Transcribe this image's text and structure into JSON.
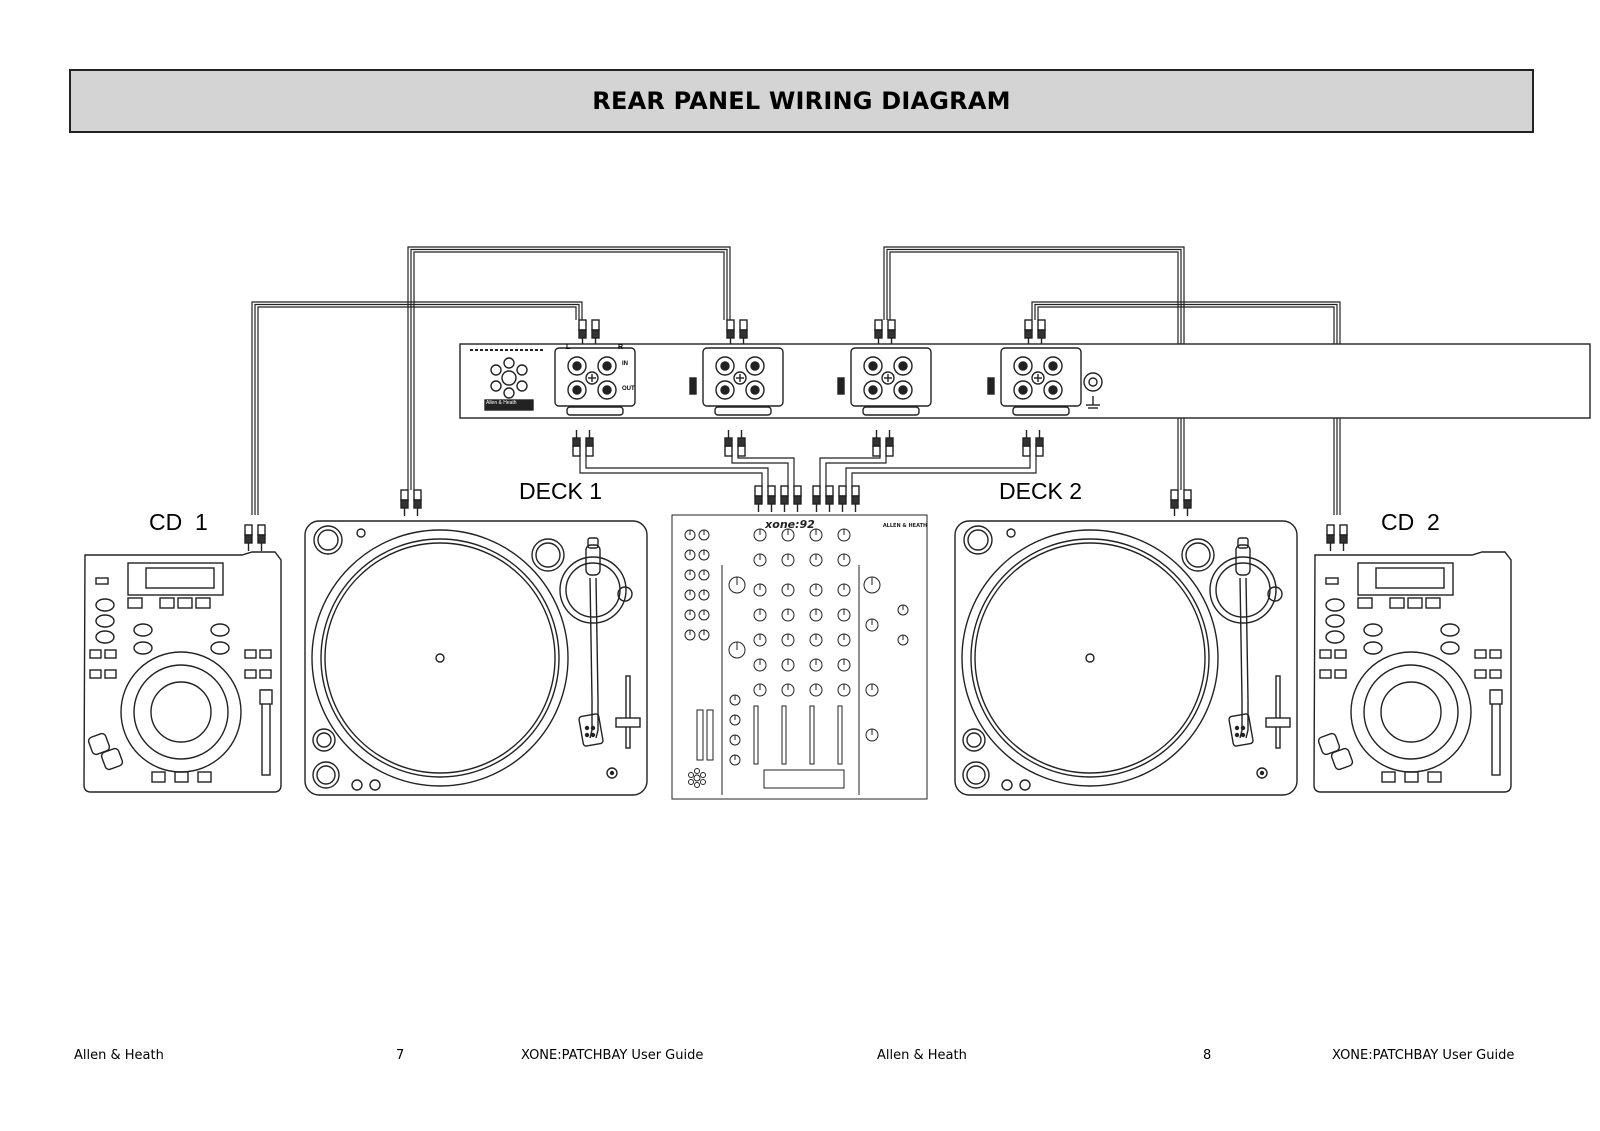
{
  "page": {
    "title": "REAR PANEL WIRING DIAGRAM"
  },
  "labels": {
    "cd1": "CD  1",
    "cd2": "CD  2",
    "deck1": "DECK 1",
    "deck2": "DECK 2"
  },
  "patchbay": {
    "brand": "Allen & Heath",
    "port_l": "L",
    "port_r": "R",
    "port_in": "IN",
    "port_out": "OUT"
  },
  "mixer": {
    "model": "xone:92",
    "brand": "ALLEN & HEATH"
  },
  "footer": {
    "left_brand": "Allen & Heath",
    "left_page": "7",
    "left_guide": "XONE:PATCHBAY User Guide",
    "right_brand": "Allen & Heath",
    "right_page": "8",
    "right_guide": "XONE:PATCHBAY User Guide"
  },
  "colors": {
    "title_bar": "#d4d4d4",
    "line": "#222222"
  }
}
